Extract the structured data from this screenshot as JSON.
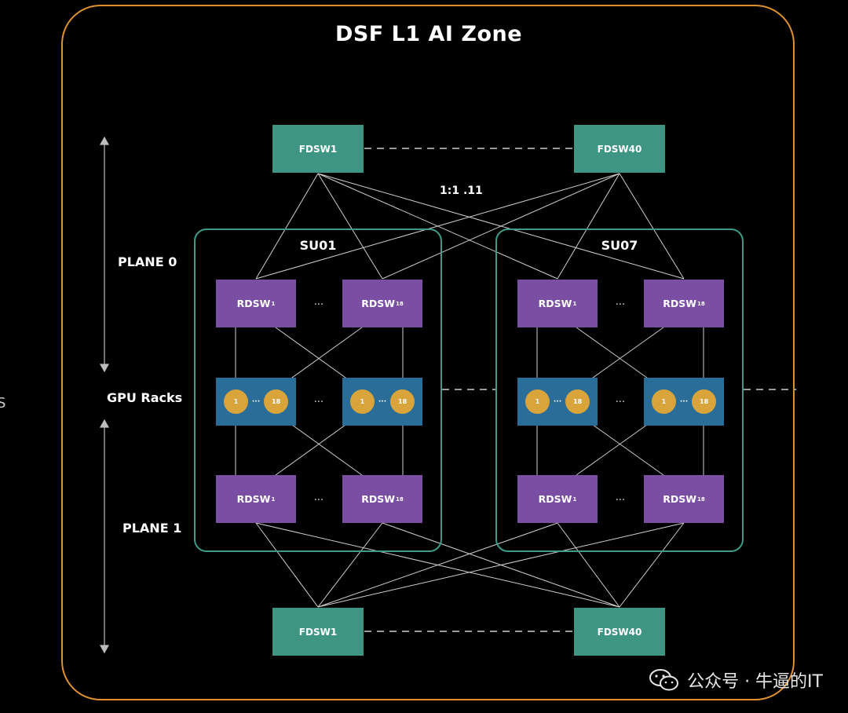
{
  "title": "DSF L1 AI Zone",
  "ratio_label": "1:1 .11",
  "side_labels": {
    "plane0": "PLANE 0",
    "gpu_racks": "GPU Racks",
    "plane1": "PLANE 1"
  },
  "fdsw_top": [
    "FDSW1",
    "FDSW40"
  ],
  "fdsw_bottom": [
    "FDSW1",
    "FDSW40"
  ],
  "su_units": [
    {
      "name": "SU01"
    },
    {
      "name": "SU07"
    }
  ],
  "rdsw": {
    "base": "RDSW",
    "first_sub": "1",
    "last_sub": "18"
  },
  "rack_dots": {
    "first": "1",
    "last": "18",
    "mini_ellipsis": "···"
  },
  "ellipsis": "...",
  "edge_text": "S",
  "watermark": "公众号 · 牛逼的IT",
  "colors": {
    "zone_border": "#e0912f",
    "su_border": "#3f9b86",
    "fdsw": "#3f9583",
    "rdsw": "#7a4fa3",
    "rack": "#2b6d99",
    "gpu_dot": "#d9a43a",
    "link": "#cfcfcf"
  }
}
